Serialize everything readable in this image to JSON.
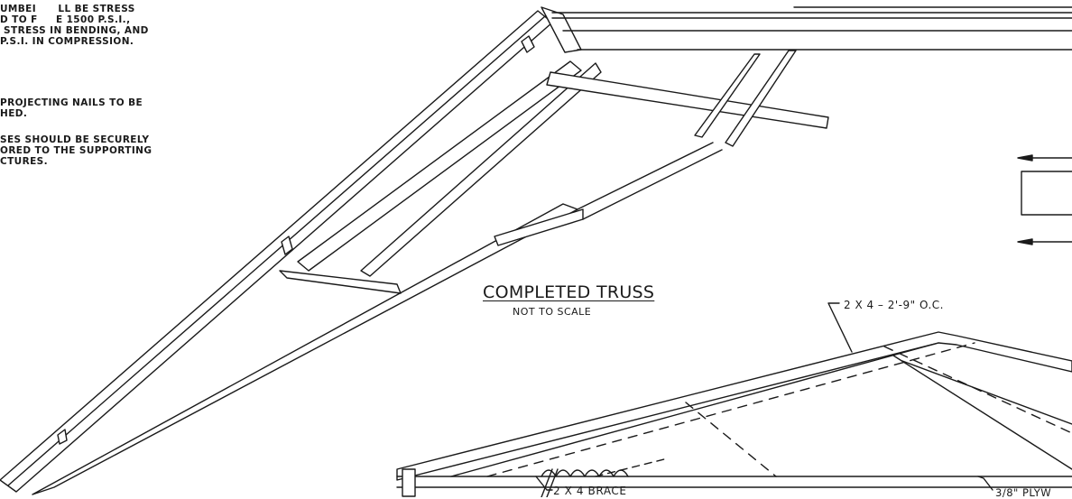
{
  "notes": [
    "UMBEI      LL BE STRESS\nD TO F     E 1500 P.S.I.,\n STRESS IN BENDING, AND\nP.S.I. IN COMPRESSION.",
    "PROJECTING NAILS TO BE\nHED.",
    "SES SHOULD BE SECURELY\nORED TO THE SUPPORTING\nCTURES."
  ],
  "drawing": {
    "title": "COMPLETED TRUSS",
    "subtitle": "NOT TO SCALE"
  },
  "callouts": {
    "spacing": "2 X 4  –  2'-9\" O.C.",
    "brace": "2 X 4   BRACE",
    "plywood": "3/8\" PLYW"
  },
  "colors": {
    "ink": "#1a1a1a",
    "paper": "#ffffff"
  }
}
